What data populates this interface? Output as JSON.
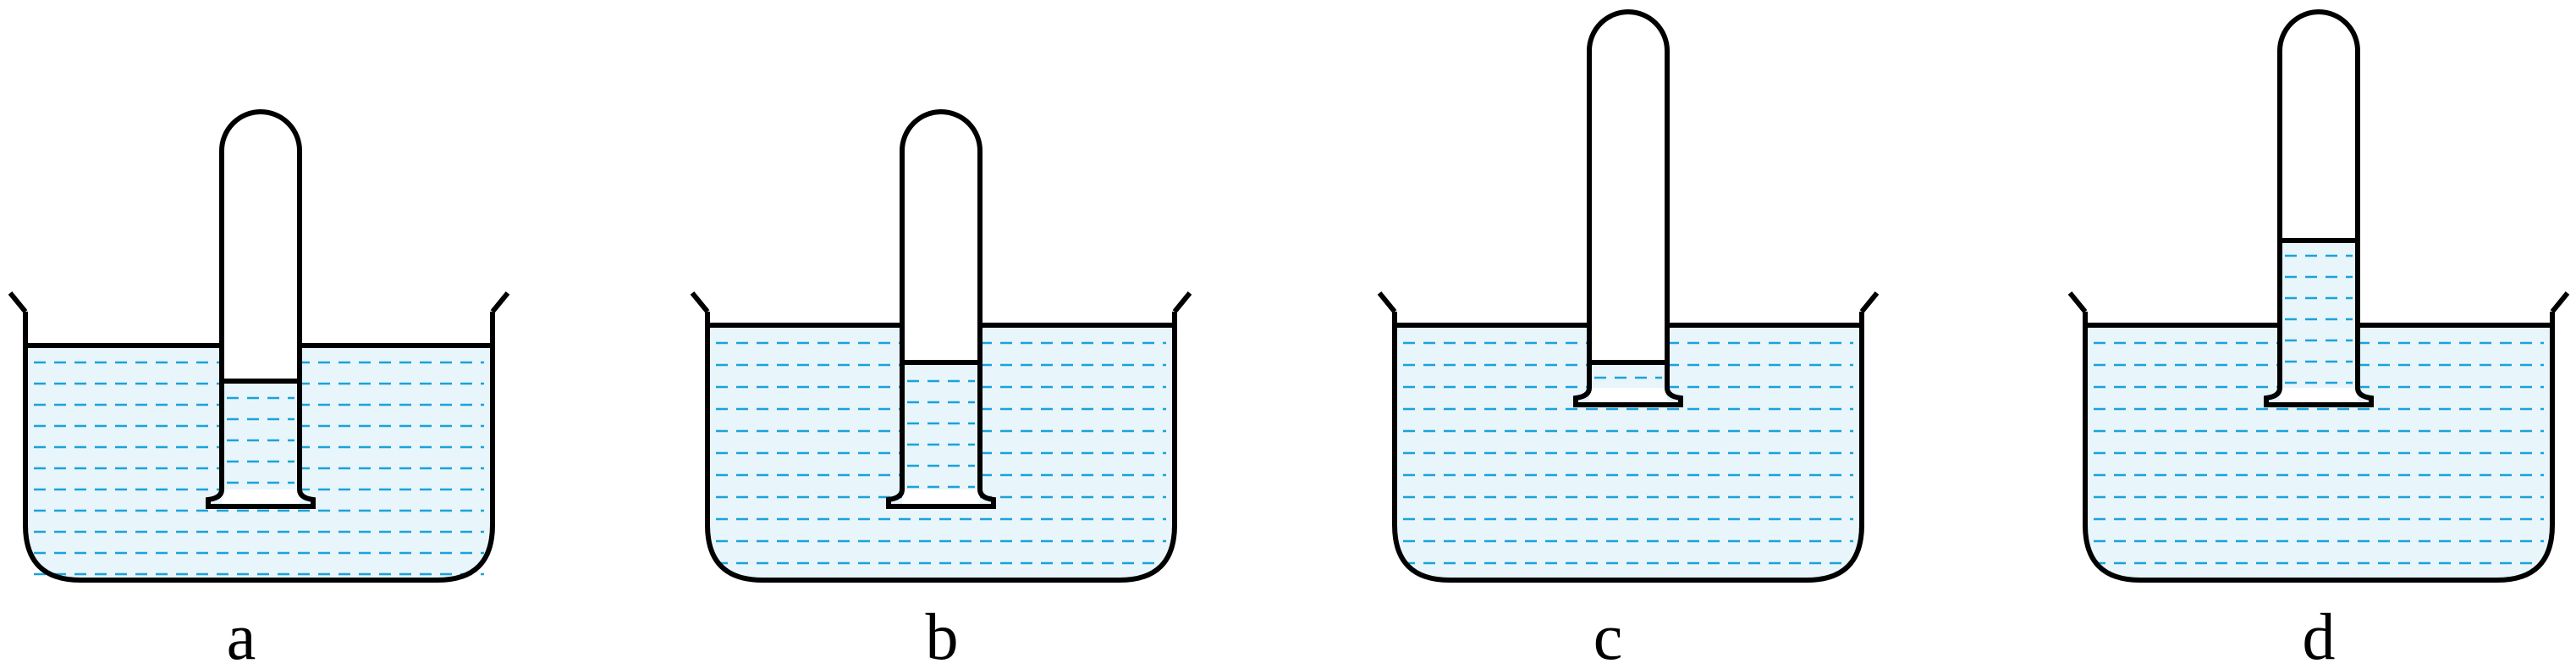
{
  "panels": [
    {
      "label": "a"
    },
    {
      "label": "b"
    },
    {
      "label": "c"
    },
    {
      "label": "d"
    }
  ],
  "colors": {
    "outline": "#000000",
    "water_fill": "#e8f5fb",
    "water_dash": "#1aa3d9"
  }
}
